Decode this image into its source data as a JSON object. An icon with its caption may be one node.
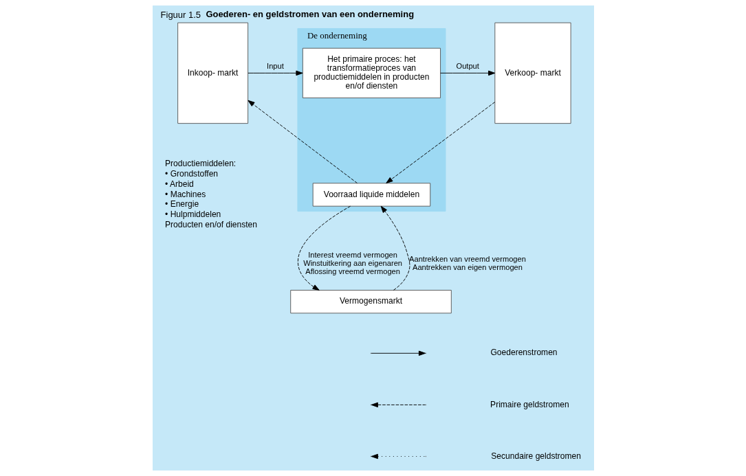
{
  "diagram": {
    "title": "Figuur 1.5 **Goederen- en geldstromen van een onderneming**",
    "nodes": [
      {
        "text": [
          "Inkoop- markt"
        ]
      },
      {
        "text": [
          "De onderneming"
        ]
      },
      {
        "text": [
          "Het primaire proces: het transformatieproces van productiemiddelen in producten en/of diensten"
        ],
        "in": 1
      },
      {
        "text": [
          "Voorraad liquide middelen"
        ],
        "in": 1
      },
      {
        "text": [
          "Verkoop- markt"
        ]
      },
      {
        "text": [
          "Vermogensmarkt"
        ]
      }
    ],
    "edges": [
      {
        "from": 0,
        "to": 2,
        "arrow": "to",
        "label": "Input"
      },
      {
        "from": 2,
        "to": 4,
        "arrow": "to",
        "label": "Output"
      },
      {
        "from": 3,
        "to": 0,
        "arrow": "to",
        "style": "dashed"
      },
      {
        "from": 4,
        "to": 3,
        "arrow": "to",
        "style": "dashed"
      },
      {
        "from": 3,
        "to": 5,
        "arrow": "to",
        "style": "dashed",
        "label": "Interest vreemd vermogen Winstuitkering aan eigenaren Aflossing vreemd vermogen"
      },
      {
        "from": 5,
        "to": 3,
        "arrow": "to",
        "style": "dashed",
        "label": "Aantrekken van vreemd vermogen Aantrekken van eigen vermogen"
      }
    ],
    "labels": [
      "Productiemiddelen:",
      "• Grondstoffen",
      "• Arbeid",
      "• Machines",
      "• Energie",
      "• Hulpmiddelen",
      "Producten en/of diensten"
    ],
    "legend": [
      {
        "text": "Goederenstromen"
      },
      {
        "text": "Primaire geldstromen"
      },
      {
        "text": "Secundaire geldstromen"
      }
    ]
  }
}
